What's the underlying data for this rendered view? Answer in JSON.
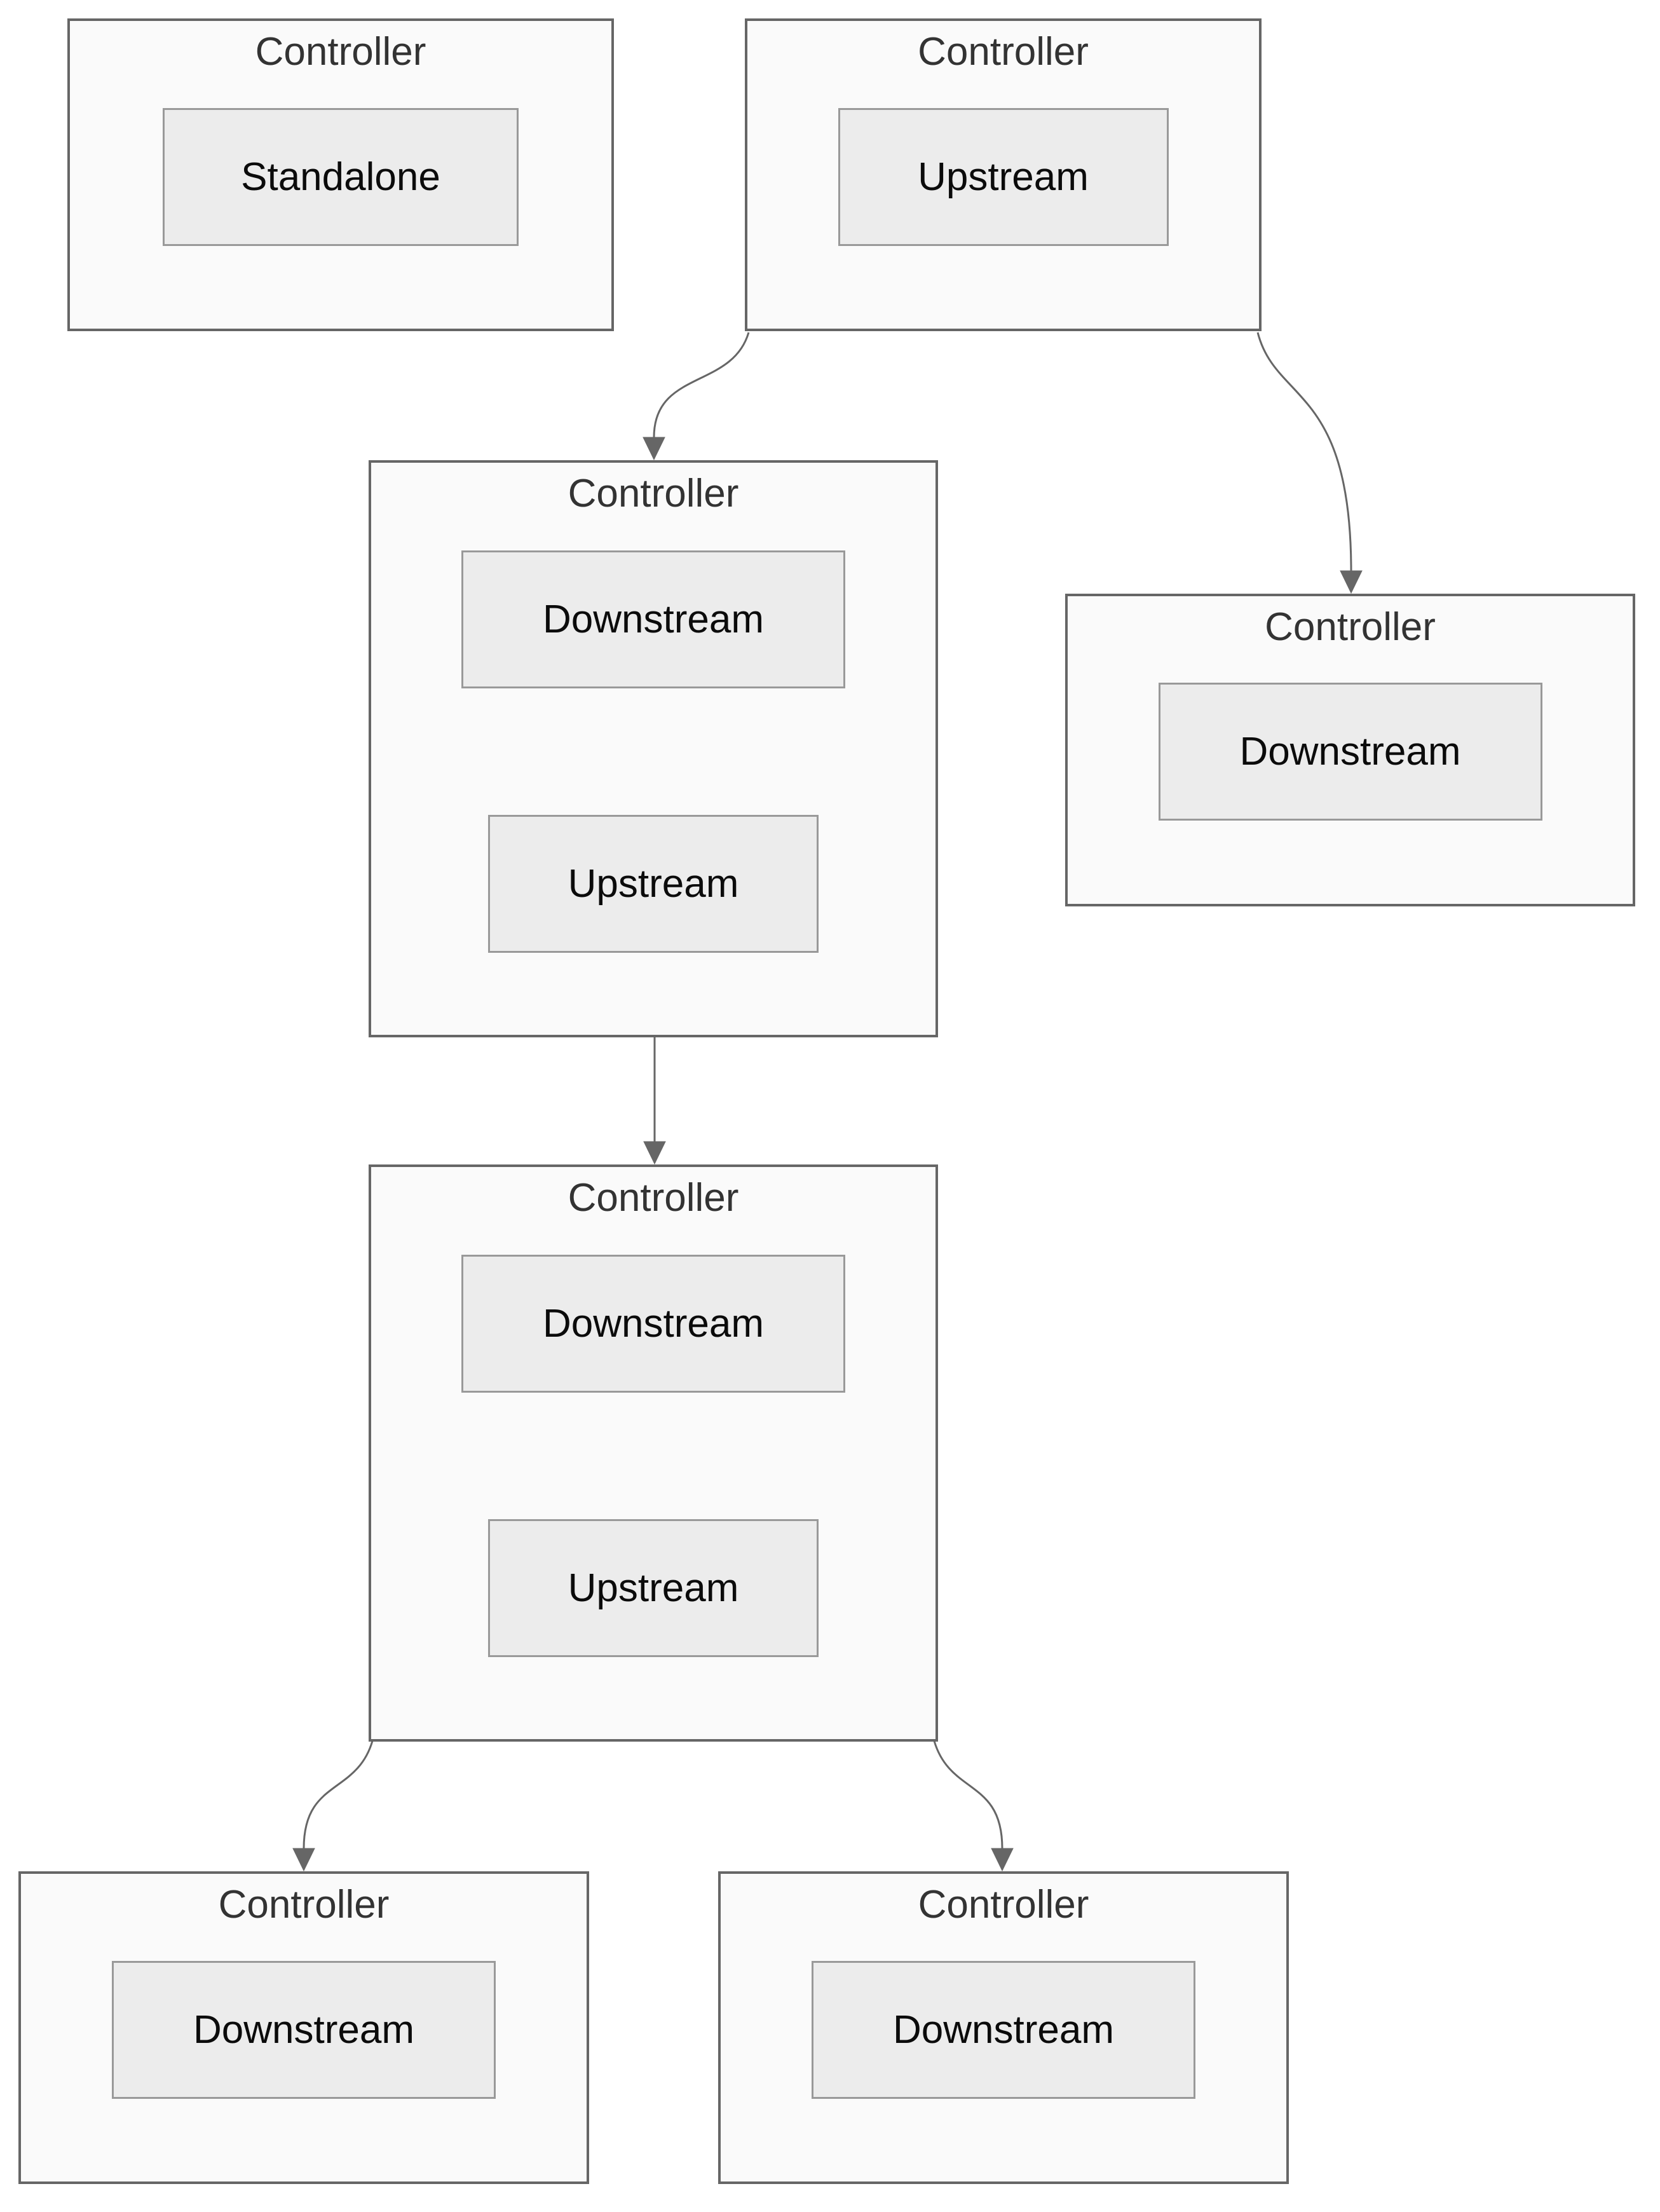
{
  "diagram": {
    "background_color": "#ffffff",
    "colors": {
      "node_fill": "#fafafa",
      "node_border": "#666666",
      "child_fill": "#ececec",
      "child_border": "#999999",
      "title_text": "#333333",
      "label_text": "#0b0b0b",
      "arrow": "#666666"
    },
    "nodes": [
      {
        "title": "Controller",
        "children": [
          {
            "label": "Standalone"
          }
        ]
      },
      {
        "title": "Controller",
        "children": [
          {
            "label": "Upstream"
          }
        ]
      },
      {
        "title": "Controller",
        "children": [
          {
            "label": "Downstream"
          },
          {
            "label": "Upstream"
          }
        ]
      },
      {
        "title": "Controller",
        "children": [
          {
            "label": "Downstream"
          }
        ]
      },
      {
        "title": "Controller",
        "children": [
          {
            "label": "Downstream"
          },
          {
            "label": "Upstream"
          }
        ]
      },
      {
        "title": "Controller",
        "children": [
          {
            "label": "Downstream"
          }
        ]
      },
      {
        "title": "Controller",
        "children": [
          {
            "label": "Downstream"
          }
        ]
      }
    ],
    "edges": [
      {
        "from": "upstream-root",
        "to": "mid-1"
      },
      {
        "from": "upstream-root",
        "to": "right"
      },
      {
        "from": "mid-1",
        "to": "mid-2"
      },
      {
        "from": "mid-2",
        "to": "bottom-left"
      },
      {
        "from": "mid-2",
        "to": "bottom-right"
      }
    ]
  }
}
